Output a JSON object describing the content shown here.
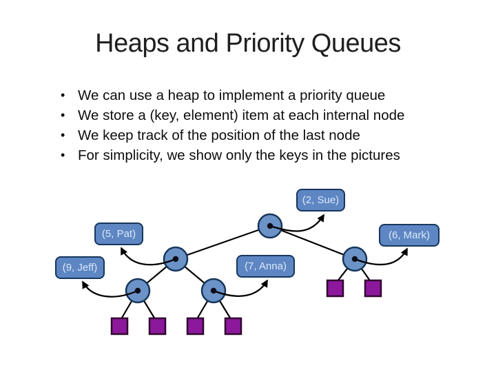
{
  "slide": {
    "title": "Heaps and Priority Queues",
    "bullets": [
      "We can use a heap to implement a priority queue",
      "We store a (key, element) item at each internal node",
      "We keep track of the position of the last node",
      "For simplicity, we show only the keys in the pictures"
    ]
  },
  "diagram": {
    "labels": {
      "root": "(2, Sue)",
      "left_child": "(5, Pat)",
      "right_child": "(6, Mark)",
      "left_left_child": "(9, Jeff)",
      "left_right_child": "(7, Anna)"
    },
    "colors": {
      "internal_node_fill": "#6b93c7",
      "internal_node_border": "#16365b",
      "callout_fill": "#5d86c3",
      "callout_text": "#dce8f8",
      "leaf_fill": "#8c189c",
      "leaf_border": "#30062f",
      "connector": "#000000"
    }
  }
}
